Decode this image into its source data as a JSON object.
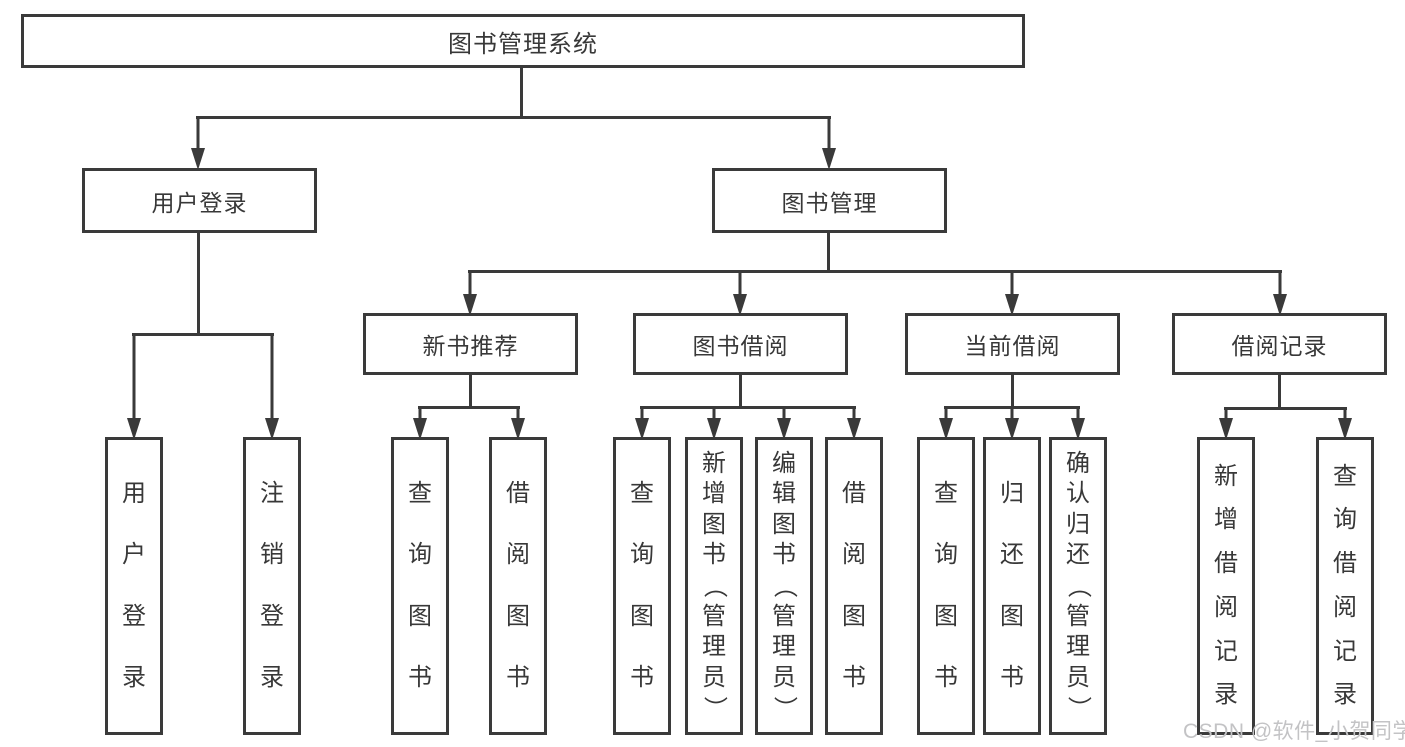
{
  "diagram": {
    "root": {
      "label": "图书管理系统"
    },
    "user_login": {
      "label": "用户登录",
      "children": [
        {
          "label": "用户登录"
        },
        {
          "label": "注销登录"
        }
      ]
    },
    "book_management": {
      "label": "图书管理",
      "children": [
        {
          "label": "新书推荐",
          "children": [
            {
              "label": "查询图书"
            },
            {
              "label": "借阅图书"
            }
          ]
        },
        {
          "label": "图书借阅",
          "children": [
            {
              "label": "查询图书"
            },
            {
              "label": "新增图书（管理员）"
            },
            {
              "label": "编辑图书（管理员）"
            },
            {
              "label": "借阅图书"
            }
          ]
        },
        {
          "label": "当前借阅",
          "children": [
            {
              "label": "查询图书"
            },
            {
              "label": "归还图书"
            },
            {
              "label": "确认归还（管理员）"
            }
          ]
        },
        {
          "label": "借阅记录",
          "children": [
            {
              "label": "新增借阅记录"
            },
            {
              "label": "查询借阅记录"
            }
          ]
        }
      ]
    }
  },
  "watermark": {
    "text": "CSDN @软件_小贺同学"
  },
  "colors": {
    "line": "#3a3a3a",
    "box_border": "#3a3a3a",
    "box_background": "#ffffff",
    "text": "#383838",
    "watermark": "#c3c3c5"
  }
}
